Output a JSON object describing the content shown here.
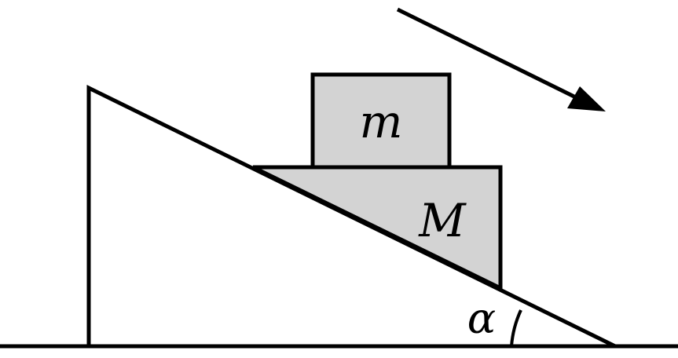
{
  "diagram": {
    "labels": {
      "small_block": "m",
      "large_block": "M",
      "angle": "α"
    },
    "colors": {
      "stroke": "#000000",
      "block_fill": "#d3d3d3",
      "incline_fill": "#ffffff",
      "background": "#ffffff"
    },
    "icons": {
      "motion_arrow": "arrow-down-right-icon"
    }
  }
}
